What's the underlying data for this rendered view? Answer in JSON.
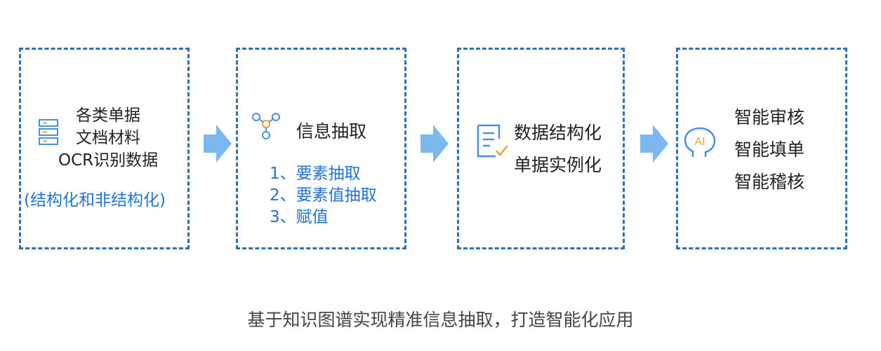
{
  "boxes": [
    {
      "icon": "server-stack-icon",
      "lines": [
        "各类单据",
        "文档材料",
        "OCR识别数据"
      ],
      "note": "(结构化和非结构化)"
    },
    {
      "icon": "network-nodes-icon",
      "heading": "信息抽取",
      "steps": [
        "1、要素抽取",
        "2、要素值抽取",
        "3、赋值"
      ]
    },
    {
      "icon": "document-check-icon",
      "lines": [
        "数据结构化",
        "单据实例化"
      ]
    },
    {
      "icon": "ai-head-icon",
      "icon_text": "AI",
      "lines": [
        "智能审核",
        "智能填单",
        "智能稽核"
      ]
    }
  ],
  "caption": "基于知识图谱实现精准信息抽取，打造智能化应用",
  "colors": {
    "border": "#2f6fb8",
    "arrow": "#7db7f0",
    "accent": "#1f73d6",
    "icon": "#4a90e2",
    "check": "#f0a030"
  }
}
